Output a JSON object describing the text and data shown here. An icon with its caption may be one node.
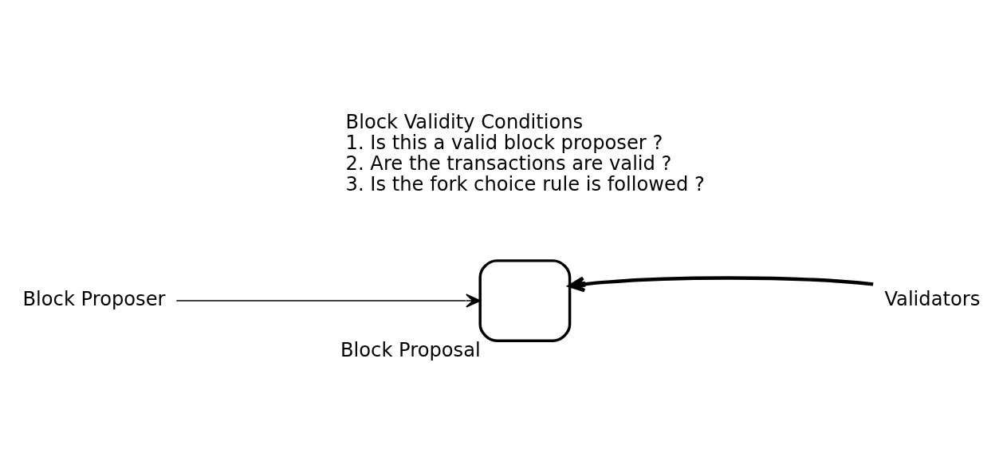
{
  "diagram": {
    "nodes": [
      {
        "text": [
          "Block Proposer"
        ]
      },
      {
        "text": [
          "Block Proposal"
        ]
      },
      {
        "text": [
          "Validators"
        ]
      }
    ],
    "edges": [
      {
        "from": 0,
        "to": 1,
        "arrow": "to"
      },
      {
        "from": 2,
        "to": 1,
        "arrow": "to",
        "style": "thick"
      }
    ],
    "labels": [
      "Block Validity Conditions",
      "1. Is this a valid block proposer ?",
      "2. Are the transactions are valid ?",
      "3. Is the fork choice rule is followed ?"
    ]
  }
}
